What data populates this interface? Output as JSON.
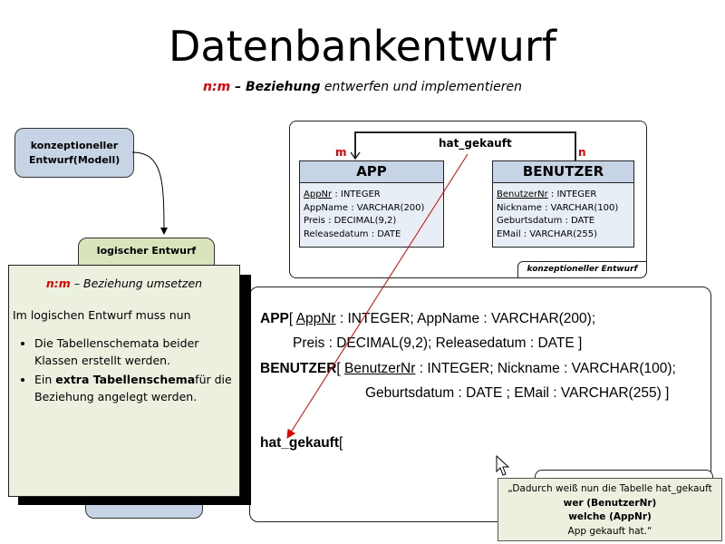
{
  "title": "Datenbankentwurf",
  "subtitle": {
    "nm": "n:m",
    "bold": " – Beziehung",
    "rest": " entwerfen und implementieren"
  },
  "process": {
    "concept_step": "konzeptioneller Entwurf(Modell)",
    "logic_step": "logischer Entwurf"
  },
  "concept": {
    "relationship": "hat_gekauft",
    "m": "m",
    "n": "n",
    "tag": "konzeptioneller Entwurf",
    "app": {
      "name": "APP",
      "key": "AppNr",
      "key_type": " : INTEGER",
      "attrs": [
        "AppName : VARCHAR(200)",
        "Preis : DECIMAL(9,2)",
        "Releasedatum : DATE"
      ]
    },
    "user": {
      "name": "BENUTZER",
      "key": "BenutzerNr",
      "key_type": " : INTEGER",
      "attrs": [
        "Nickname : VARCHAR(100)",
        "Geburtsdatum : DATE",
        "EMail : VARCHAR(255)"
      ]
    }
  },
  "logic": {
    "app_name": "APP",
    "app_key": "AppNr",
    "app_line1_rest": " : INTEGER; AppName : VARCHAR(200);",
    "app_line2": "Preis : DECIMAL(9,2); Releasedatum : DATE ]",
    "user_name": "BENUTZER",
    "user_key": "BenutzerNr",
    "user_line1_rest": " : INTEGER; Nickname : VARCHAR(100);",
    "user_line2": "Geburtsdatum : DATE ; EMail : VARCHAR(255) ]",
    "rel_name": "hat_gekauft",
    "bracket": "["
  },
  "note": {
    "title_nm": "n:m",
    "title_rest": " – Beziehung umsetzen",
    "intro": "Im logischen Entwurf muss nun",
    "bullet1": "Die Tabellenschemata beider Klassen erstellt werden.",
    "bullet2_pre": "Ein ",
    "bullet2_bold": "extra Tabellenschema",
    "bullet2_post": "für die Beziehung angelegt werden."
  },
  "callout": {
    "line1": "„Dadurch weiß nun die Tabelle hat_gekauft",
    "line2": "wer (BenutzerNr)",
    "line3": "welche (AppNr)",
    "line4": "App gekauft hat.“"
  },
  "colors": {
    "accent_red": "#e00000",
    "blue_box": "#c6d4e6",
    "green_box": "#d7e4bc",
    "note_bg": "#ebf1de"
  }
}
